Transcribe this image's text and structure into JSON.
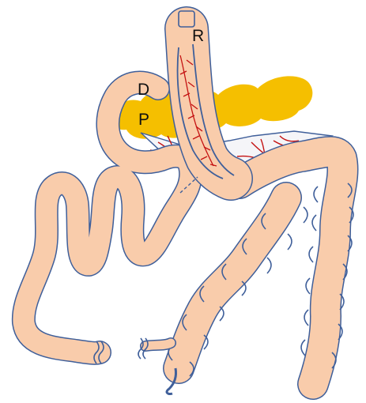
{
  "labels": {
    "r": "R",
    "d": "D",
    "p": "P"
  },
  "colors": {
    "bowel_fill": "#f9ccab",
    "bowel_outline": "#3f5f9a",
    "pancreas": "#f5bf00",
    "vessel": "#c41212",
    "mesentery": "#f5f5f8",
    "background": "#ffffff"
  }
}
